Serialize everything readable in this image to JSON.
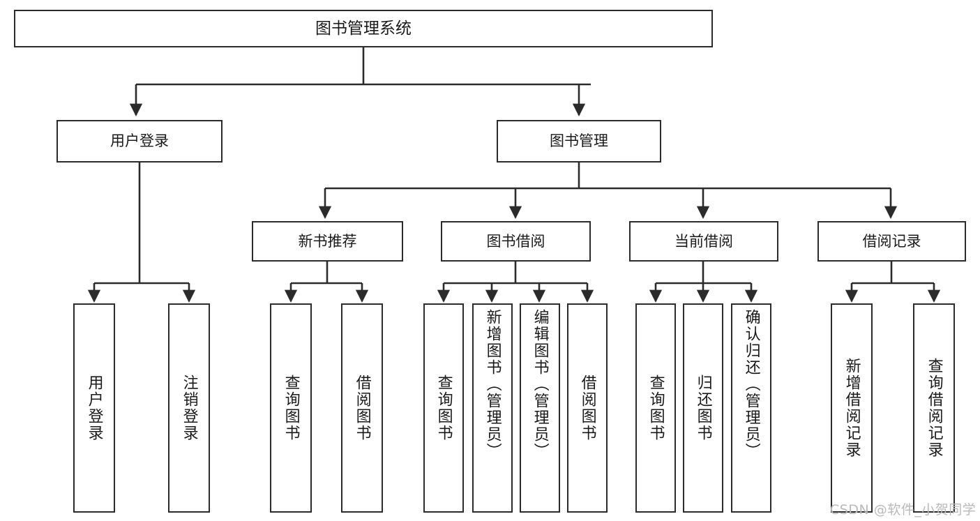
{
  "diagram": {
    "type": "tree",
    "title": "图书管理系统",
    "root": {
      "id": "root",
      "label": "图书管理系统"
    },
    "level2": [
      {
        "id": "user-login",
        "label": "用户登录"
      },
      {
        "id": "book-manage",
        "label": "图书管理"
      }
    ],
    "level3": [
      {
        "id": "new-book-rec",
        "label": "新书推荐",
        "parent": "book-manage"
      },
      {
        "id": "book-borrow",
        "label": "图书借阅",
        "parent": "book-manage"
      },
      {
        "id": "current-borrow",
        "label": "当前借阅",
        "parent": "book-manage"
      },
      {
        "id": "borrow-record",
        "label": "借阅记录",
        "parent": "book-manage"
      }
    ],
    "leaves": [
      {
        "id": "leaf-user-login",
        "label": "用户登录",
        "parent": "user-login",
        "align": "mid"
      },
      {
        "id": "leaf-logout",
        "label": "注销登录",
        "parent": "user-login",
        "align": "mid"
      },
      {
        "id": "leaf-query-book-1",
        "label": "查询图书",
        "parent": "new-book-rec",
        "align": "mid"
      },
      {
        "id": "leaf-borrow-book-1",
        "label": "借阅图书",
        "parent": "new-book-rec",
        "align": "mid"
      },
      {
        "id": "leaf-query-book-2",
        "label": "查询图书",
        "parent": "book-borrow",
        "align": "mid"
      },
      {
        "id": "leaf-add-book",
        "label": "新增图书（管理员）",
        "parent": "book-borrow",
        "align": "top"
      },
      {
        "id": "leaf-edit-book",
        "label": "编辑图书（管理员）",
        "parent": "book-borrow",
        "align": "top"
      },
      {
        "id": "leaf-borrow-book-2",
        "label": "借阅图书",
        "parent": "book-borrow",
        "align": "mid"
      },
      {
        "id": "leaf-query-book-3",
        "label": "查询图书",
        "parent": "current-borrow",
        "align": "mid"
      },
      {
        "id": "leaf-return-book",
        "label": "归还图书",
        "parent": "current-borrow",
        "align": "mid"
      },
      {
        "id": "leaf-confirm-return",
        "label": "确认归还（管理员）",
        "parent": "current-borrow",
        "align": "top"
      },
      {
        "id": "leaf-add-record",
        "label": "新增借阅记录",
        "parent": "borrow-record",
        "align": "mid"
      },
      {
        "id": "leaf-query-record",
        "label": "查询借阅记录",
        "parent": "borrow-record",
        "align": "mid"
      }
    ],
    "colors": {
      "box_border": "#2b2b2b",
      "box_fill": "#ffffff",
      "text": "#1a1a1a",
      "connector": "#2b2b2b",
      "watermark": "#b9b9b9",
      "background": "#ffffff"
    }
  },
  "watermark": {
    "text": "CSDN @软件_小贺同学"
  }
}
